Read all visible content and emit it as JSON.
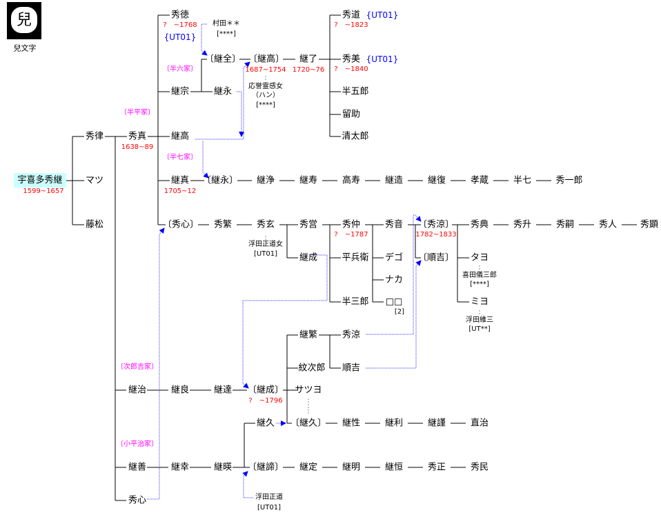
{
  "logo": {
    "glyph": "兒",
    "caption": "兒文字"
  },
  "root": {
    "name": "宇喜多秀継",
    "dates": "1599~1657"
  },
  "families": {
    "hanroku": "〔半六家〕",
    "hanpei": "〔半平家〕",
    "hanshichi": "〔半七家〕",
    "jirokichi": "〔次郎吉家〕",
    "kohei": "〔小平治家〕"
  },
  "people": {
    "p_hideritsu": "秀律",
    "p_matsu": "マツ",
    "p_fujimatsu": "藤松",
    "p_hidezane": "秀真",
    "p_hidenori": "秀徳",
    "p_tsugumune": "継宗",
    "p_tsugutaka": "継高",
    "p_tsuguzane": "継真",
    "p_hideshin_b": "〔秀心〕",
    "p_tsuguharu": "継治",
    "p_tsuguyoshi": "継善",
    "p_hideshin": "秀心",
    "p_tsugumata_b": "〔継全〕",
    "p_tsuguei": "継永",
    "p_tsugutaka_b": "〔継高〕",
    "p_tsuguryo": "継了",
    "p_hidemichi": "秀道",
    "p_hidemi": "秀美",
    "p_hangoro": "半五郎",
    "p_tomesuke": "留助",
    "p_seitaro": "清太郎",
    "p_tsuguei_b": "〔継永〕",
    "p_tsugujo": "継浄",
    "p_tsugujyu": "継寿",
    "p_takatoshi": "高寿",
    "p_tsuguzo": "継造",
    "p_tsugufuku": "継復",
    "p_kozo": "孝蔵",
    "p_hanshichi": "半七",
    "p_hideichiro": "秀一郎",
    "p_hideshige": "秀繁",
    "p_hidegen": "秀玄",
    "p_hideei": "秀営",
    "p_hidenaka": "秀仲",
    "p_hideon": "秀音",
    "p_hideryo_b": "〔秀涼〕",
    "p_hidenori2": "秀典",
    "p_hidemasu": "秀升",
    "p_hidetsugu": "秀嗣",
    "p_hidehito": "秀人",
    "p_hideaki": "秀顕",
    "p_tsugunari": "継成",
    "p_heibee": "平兵衛",
    "p_dego": "デゴ",
    "p_naka": "ナカ",
    "p_hanzaburo": "半三郎",
    "p_unknown": "□□",
    "p_junkichi_b": "〔順吉〕",
    "p_tayo": "タヨ",
    "p_miyo": "ミヨ",
    "p_tsugushige": "継繁",
    "p_hideryo": "秀涼",
    "p_monjiro": "紋次郎",
    "p_junkichi": "順吉",
    "p_satsuyo": "サツヨ",
    "p_tsuguyoshi2": "継良",
    "p_tsugutatsu": "継達",
    "p_tsugunari_b": "〔継成〕",
    "p_tsuguhisa": "継久",
    "p_tsuguhisa_b": "〔継久〕",
    "p_tsugusei": "継性",
    "p_tsuguri": "継利",
    "p_tsugukin": "継謹",
    "p_naoji": "直治",
    "p_tsugusachi": "継幸",
    "p_tsuguei2": "継暎",
    "p_tsugutei_b": "〔継諦〕",
    "p_tsugusada": "継定",
    "p_tsuguaki": "継明",
    "p_tsugutsune": "継恒",
    "p_hidemasa": "秀正",
    "p_hidetami": "秀民"
  },
  "dates": {
    "hidenori": "?　~1768",
    "tsugutaka_b": "1687~1754",
    "tsuguryo": "1720~76",
    "hidezane": "1638~89",
    "tsuguzane": "1705~12",
    "hidemichi": "?　~1823",
    "hidemi": "?　~1840",
    "hidenaka": "?　~1787",
    "hideryo_b": "1782~1833",
    "tsugunari_b": "?　~1796"
  },
  "tags": {
    "hidenori": "{UT01}",
    "hidemichi": "{UT01}",
    "hidemi": "{UT01}"
  },
  "spouses": {
    "murata": "村田＊＊",
    "murata_code": "[****]",
    "oyo": "応誉霊感女",
    "oyo_name": "（ハン）",
    "oyo_code": "[****]",
    "ukita_masamichi_jo": "浮田正道女",
    "ukita_masamichi_jo_code": "[UT01]",
    "kita": "喜田儀三郎",
    "kita_code": "[****]",
    "ukita_izo": "浮田維三",
    "ukita_izo_code": "[UT**]",
    "unknown_count": "[2]",
    "ukita_masamichi": "浮田正道",
    "ukita_masamichi_code": "[UT01]"
  },
  "colors": {
    "line": "#000000",
    "adoption_link": "#0000ff",
    "dates": "#ff0000",
    "family": "#ff00ff",
    "tag": "#0000ff",
    "root_bg": "#ccffff"
  }
}
